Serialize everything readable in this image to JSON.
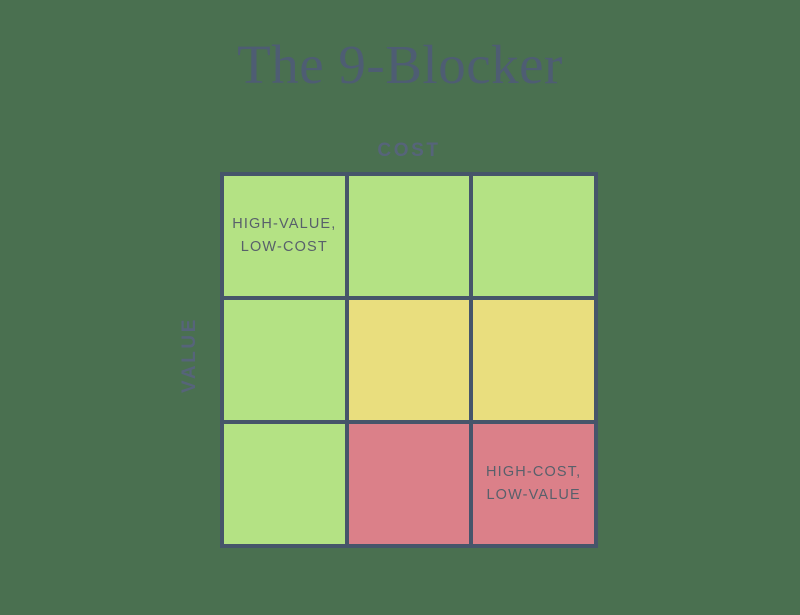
{
  "page": {
    "title": "The 9-Blocker",
    "background_color": "#4a7050",
    "title_color": "#4e5d73"
  },
  "axes": {
    "x_label": "COST",
    "y_label": "VALUE",
    "label_color": "#56647a"
  },
  "matrix": {
    "border_color": "#46556a",
    "palette": {
      "green": "#b4e284",
      "yellow": "#e9de7e",
      "red": "#db8089"
    },
    "rows": 3,
    "columns": 3,
    "cells": [
      {
        "row": 0,
        "col": 0,
        "color": "green",
        "label": "HIGH-VALUE,\nLOW-COST"
      },
      {
        "row": 0,
        "col": 1,
        "color": "green",
        "label": ""
      },
      {
        "row": 0,
        "col": 2,
        "color": "green",
        "label": ""
      },
      {
        "row": 1,
        "col": 0,
        "color": "green",
        "label": ""
      },
      {
        "row": 1,
        "col": 1,
        "color": "yellow",
        "label": ""
      },
      {
        "row": 1,
        "col": 2,
        "color": "yellow",
        "label": ""
      },
      {
        "row": 2,
        "col": 0,
        "color": "green",
        "label": ""
      },
      {
        "row": 2,
        "col": 1,
        "color": "red",
        "label": ""
      },
      {
        "row": 2,
        "col": 2,
        "color": "red",
        "label": "HIGH-COST,\nLOW-VALUE"
      }
    ]
  }
}
